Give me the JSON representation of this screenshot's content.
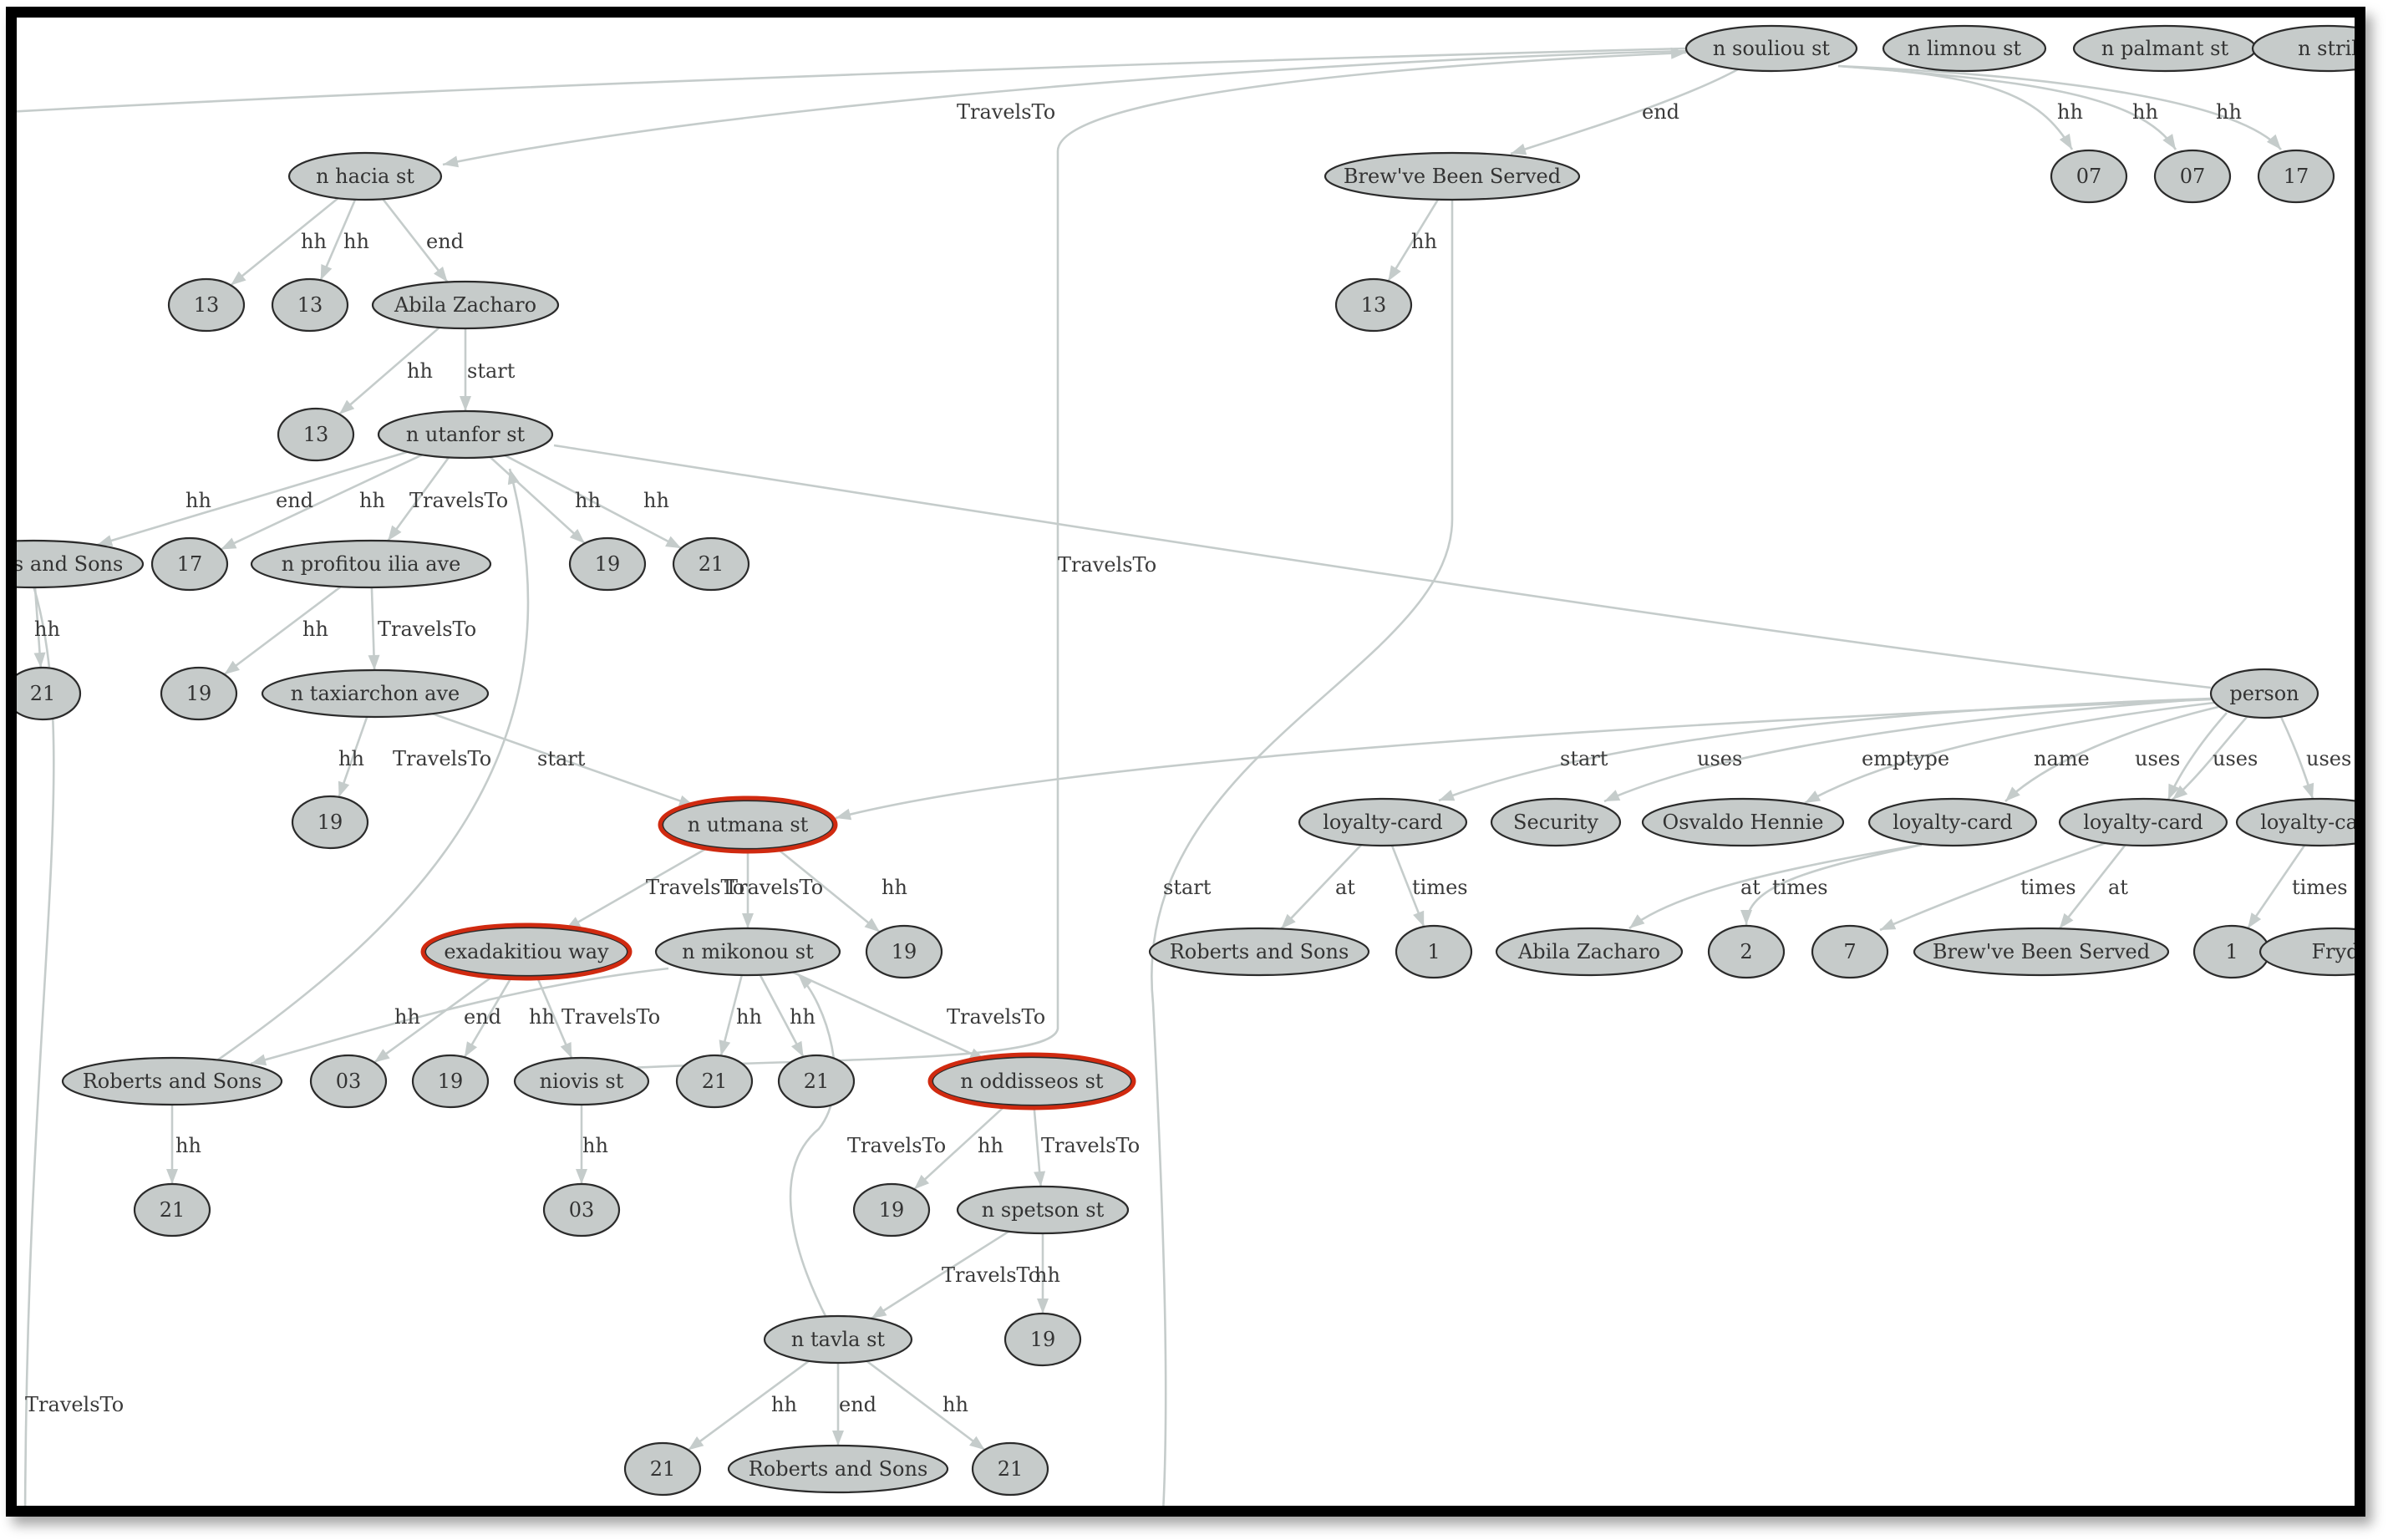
{
  "diagram": {
    "type": "graph",
    "highlight_color": "#d02a10",
    "node_fill": "#c6cbca",
    "edge_color": "#c5cccb",
    "nodes": [
      {
        "id": "souliou",
        "label": "n souliou st"
      },
      {
        "id": "limnou",
        "label": "n limnou st"
      },
      {
        "id": "palmant",
        "label": "n palmant st"
      },
      {
        "id": "stril",
        "label": "n stril"
      },
      {
        "id": "n07a",
        "label": "07"
      },
      {
        "id": "n07b",
        "label": "07"
      },
      {
        "id": "n17a",
        "label": "17"
      },
      {
        "id": "hacia",
        "label": "n hacia st"
      },
      {
        "id": "brew1",
        "label": "Brew've Been Served"
      },
      {
        "id": "n13a",
        "label": "13"
      },
      {
        "id": "n13b",
        "label": "13"
      },
      {
        "id": "abila1",
        "label": "Abila Zacharo"
      },
      {
        "id": "n13c",
        "label": "13"
      },
      {
        "id": "n13d",
        "label": "13"
      },
      {
        "id": "utanfor",
        "label": "n utanfor st"
      },
      {
        "id": "roberts0",
        "label": "Roberts and Sons"
      },
      {
        "id": "n17b",
        "label": "17"
      },
      {
        "id": "profitou",
        "label": "n profitou ilia ave"
      },
      {
        "id": "n19a",
        "label": "19"
      },
      {
        "id": "n21a",
        "label": "21"
      },
      {
        "id": "n21b",
        "label": "21"
      },
      {
        "id": "n19b",
        "label": "19"
      },
      {
        "id": "taxiarchon",
        "label": "n taxiarchon ave"
      },
      {
        "id": "person",
        "label": "person"
      },
      {
        "id": "n19c",
        "label": "19"
      },
      {
        "id": "utmana",
        "label": "n utmana st",
        "highlighted": true
      },
      {
        "id": "lc1",
        "label": "loyalty-card"
      },
      {
        "id": "security",
        "label": "Security"
      },
      {
        "id": "osvaldo",
        "label": "Osvaldo Hennie"
      },
      {
        "id": "lc2",
        "label": "loyalty-card"
      },
      {
        "id": "lc3",
        "label": "loyalty-card"
      },
      {
        "id": "lc4",
        "label": "loyalty-card"
      },
      {
        "id": "exadakitiou",
        "label": "exadakitiou way",
        "highlighted": true
      },
      {
        "id": "mikonou",
        "label": "n mikonou st"
      },
      {
        "id": "n19d",
        "label": "19"
      },
      {
        "id": "roberts1",
        "label": "Roberts and Sons"
      },
      {
        "id": "one1",
        "label": "1"
      },
      {
        "id": "abila2",
        "label": "Abila Zacharo"
      },
      {
        "id": "two",
        "label": "2"
      },
      {
        "id": "seven",
        "label": "7"
      },
      {
        "id": "brew2",
        "label": "Brew've Been Served"
      },
      {
        "id": "one2",
        "label": "1"
      },
      {
        "id": "fryd",
        "label": "Fryd"
      },
      {
        "id": "roberts2",
        "label": "Roberts and Sons"
      },
      {
        "id": "n03a",
        "label": "03"
      },
      {
        "id": "n19e",
        "label": "19"
      },
      {
        "id": "niovis",
        "label": "niovis st"
      },
      {
        "id": "n21c",
        "label": "21"
      },
      {
        "id": "n21d",
        "label": "21"
      },
      {
        "id": "oddisseos",
        "label": "n oddisseos st",
        "highlighted": true
      },
      {
        "id": "n21e",
        "label": "21"
      },
      {
        "id": "n03b",
        "label": "03"
      },
      {
        "id": "n19f",
        "label": "19"
      },
      {
        "id": "spetson",
        "label": "n spetson st"
      },
      {
        "id": "tavla",
        "label": "n tavla st"
      },
      {
        "id": "n19g",
        "label": "19"
      },
      {
        "id": "n21f",
        "label": "21"
      },
      {
        "id": "roberts3",
        "label": "Roberts and Sons"
      },
      {
        "id": "n21g",
        "label": "21"
      }
    ],
    "edges": [
      {
        "from": "souliou",
        "to": "hacia",
        "label": "TravelsTo"
      },
      {
        "from": "souliou",
        "to": "brew1",
        "label": "end"
      },
      {
        "from": "souliou",
        "to": "n07a",
        "label": "hh"
      },
      {
        "from": "souliou",
        "to": "n07b",
        "label": "hh"
      },
      {
        "from": "souliou",
        "to": "n17a",
        "label": "hh"
      },
      {
        "from": "hacia",
        "to": "n13a",
        "label": "hh"
      },
      {
        "from": "hacia",
        "to": "n13b",
        "label": "hh"
      },
      {
        "from": "hacia",
        "to": "abila1",
        "label": "end"
      },
      {
        "from": "brew1",
        "to": "n13c",
        "label": "hh"
      },
      {
        "from": "abila1",
        "to": "n13d",
        "label": "hh"
      },
      {
        "from": "abila1",
        "to": "utanfor",
        "label": "start"
      },
      {
        "from": "utanfor",
        "to": "roberts0",
        "label": "hh"
      },
      {
        "from": "utanfor",
        "to": "n17b",
        "label": "end"
      },
      {
        "from": "utanfor",
        "to": "profitou",
        "label": "hh"
      },
      {
        "from": "roberts2",
        "to": "utanfor",
        "label": "TravelsTo"
      },
      {
        "from": "utanfor",
        "to": "n19a",
        "label": "hh"
      },
      {
        "from": "utanfor",
        "to": "n21a",
        "label": "hh"
      },
      {
        "from": "roberts0",
        "to": "n21b",
        "label": "hh"
      },
      {
        "from": "profitou",
        "to": "n19b",
        "label": "hh"
      },
      {
        "from": "profitou",
        "to": "taxiarchon",
        "label": "TravelsTo"
      },
      {
        "from": "taxiarchon",
        "to": "n19c",
        "label": "hh"
      },
      {
        "from": "taxiarchon",
        "to": "utmana",
        "label": "TravelsTo"
      },
      {
        "from": "person",
        "to": "utmana",
        "label": "start"
      },
      {
        "from": "person",
        "to": "utanfor",
        "label": ""
      },
      {
        "from": "person",
        "to": "lc1",
        "label": "start"
      },
      {
        "from": "person",
        "to": "security",
        "label": "uses"
      },
      {
        "from": "person",
        "to": "osvaldo",
        "label": "emptype"
      },
      {
        "from": "person",
        "to": "lc2",
        "label": "name"
      },
      {
        "from": "person",
        "to": "lc3",
        "label": "uses"
      },
      {
        "from": "person",
        "to": "lc3",
        "label": "uses"
      },
      {
        "from": "person",
        "to": "lc4",
        "label": "uses"
      },
      {
        "from": "utmana",
        "to": "exadakitiou",
        "label": "TravelsTo"
      },
      {
        "from": "utmana",
        "to": "mikonou",
        "label": "TravelsTo"
      },
      {
        "from": "utmana",
        "to": "n19d",
        "label": "hh"
      },
      {
        "from": "lc1",
        "to": "roberts1",
        "label": "at"
      },
      {
        "from": "lc1",
        "to": "one1",
        "label": "times"
      },
      {
        "from": "lc2",
        "to": "abila2",
        "label": "at"
      },
      {
        "from": "lc2",
        "to": "two",
        "label": "times"
      },
      {
        "from": "lc3",
        "to": "seven",
        "label": "times"
      },
      {
        "from": "lc3",
        "to": "brew2",
        "label": "at"
      },
      {
        "from": "lc4",
        "to": "one2",
        "label": "times"
      },
      {
        "from": "exadakitiou",
        "to": "n03a",
        "label": "hh"
      },
      {
        "from": "mikonou",
        "to": "roberts2",
        "label": "end"
      },
      {
        "from": "exadakitiou",
        "to": "n19e",
        "label": "hh"
      },
      {
        "from": "exadakitiou",
        "to": "niovis",
        "label": "TravelsTo"
      },
      {
        "from": "mikonou",
        "to": "n21c",
        "label": "hh"
      },
      {
        "from": "mikonou",
        "to": "n21d",
        "label": "hh"
      },
      {
        "from": "mikonou",
        "to": "oddisseos",
        "label": "TravelsTo"
      },
      {
        "from": "niovis",
        "to": "souliou",
        "label": "TravelsTo"
      },
      {
        "from": "roberts2",
        "to": "n21e",
        "label": "hh"
      },
      {
        "from": "niovis",
        "to": "n03b",
        "label": "hh"
      },
      {
        "from": "tavla",
        "to": "mikonou",
        "label": "TravelsTo"
      },
      {
        "from": "oddisseos",
        "to": "n19f",
        "label": "hh"
      },
      {
        "from": "oddisseos",
        "to": "spetson",
        "label": "TravelsTo"
      },
      {
        "from": "spetson",
        "to": "tavla",
        "label": "TravelsTo"
      },
      {
        "from": "spetson",
        "to": "n19g",
        "label": "hh"
      },
      {
        "from": "tavla",
        "to": "n21f",
        "label": "hh"
      },
      {
        "from": "tavla",
        "to": "roberts3",
        "label": "end"
      },
      {
        "from": "tavla",
        "to": "n21g",
        "label": "hh"
      },
      {
        "from": "brew1",
        "to": "souliou",
        "label": "start"
      },
      {
        "from": "roberts0",
        "to": "souliou",
        "label": "TravelsTo"
      }
    ]
  }
}
